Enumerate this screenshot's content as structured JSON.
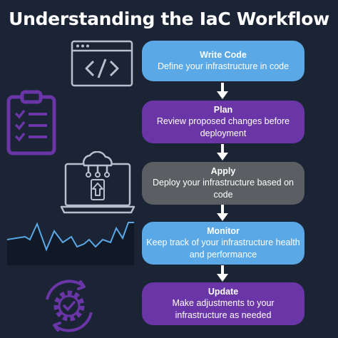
{
  "title": "Understanding the IaC Workflow",
  "colors": {
    "background": "#1b2434",
    "blue": "#5aa8e6",
    "purple": "#6a35a6",
    "gray": "#5b5e62",
    "arrow": "#ffffff",
    "icon_stroke": "#b6c0cc"
  },
  "steps": [
    {
      "name": "Write Code",
      "description": "Define your infrastructure in code",
      "color": "blue"
    },
    {
      "name": "Plan",
      "description": "Review proposed changes before deployment",
      "color": "purple"
    },
    {
      "name": "Apply",
      "description": "Deploy your infrastructure based on code",
      "color": "gray"
    },
    {
      "name": "Monitor",
      "description": "Keep track of your infrastructure health and performance",
      "color": "blue"
    },
    {
      "name": "Update",
      "description": "Make adjustments to your infrastructure as needed",
      "color": "purple"
    }
  ],
  "icons": [
    "code-window-icon",
    "clipboard-checklist-icon",
    "cloud-laptop-icon",
    "line-graph-icon",
    "gear-check-icon"
  ]
}
